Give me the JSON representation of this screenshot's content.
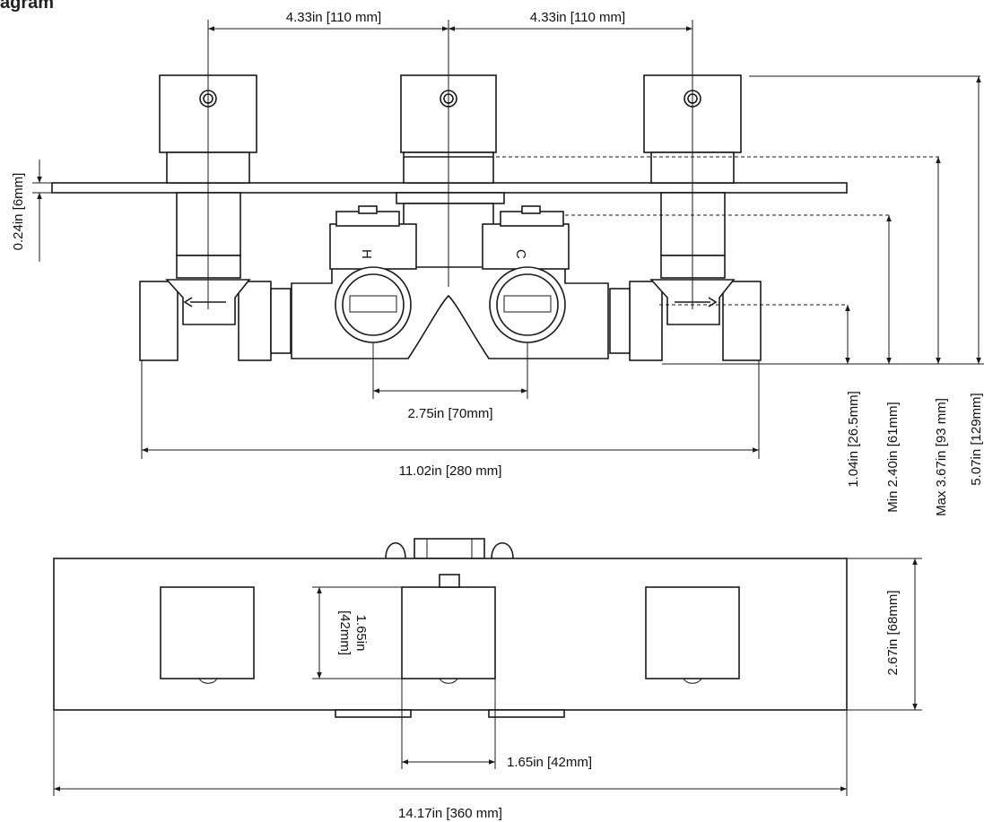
{
  "title": "agram",
  "front_view": {
    "handle_spacing_left": "4.33in [110 mm]",
    "handle_spacing_right": "4.33in [110 mm]",
    "plate_thickness": "0.24in [6mm]",
    "inlet_spacing": "2.75in [70mm]",
    "overall_width": "11.02in [280 mm]",
    "depth_1": "1.04in [26.5mm]",
    "depth_min": "Min 2.40in [61mm]",
    "depth_max": "Max 3.67in [93 mm]",
    "depth_total": "5.07in [129mm]",
    "hot_mark": "H",
    "cold_mark": "C"
  },
  "top_view": {
    "handle_size_vertical_in": "1.65in",
    "handle_size_vertical_mm": "[42mm]",
    "plate_height": "2.67in [68mm]",
    "handle_size_horizontal": "1.65in [42mm]",
    "plate_width": "14.17in [360 mm]"
  }
}
